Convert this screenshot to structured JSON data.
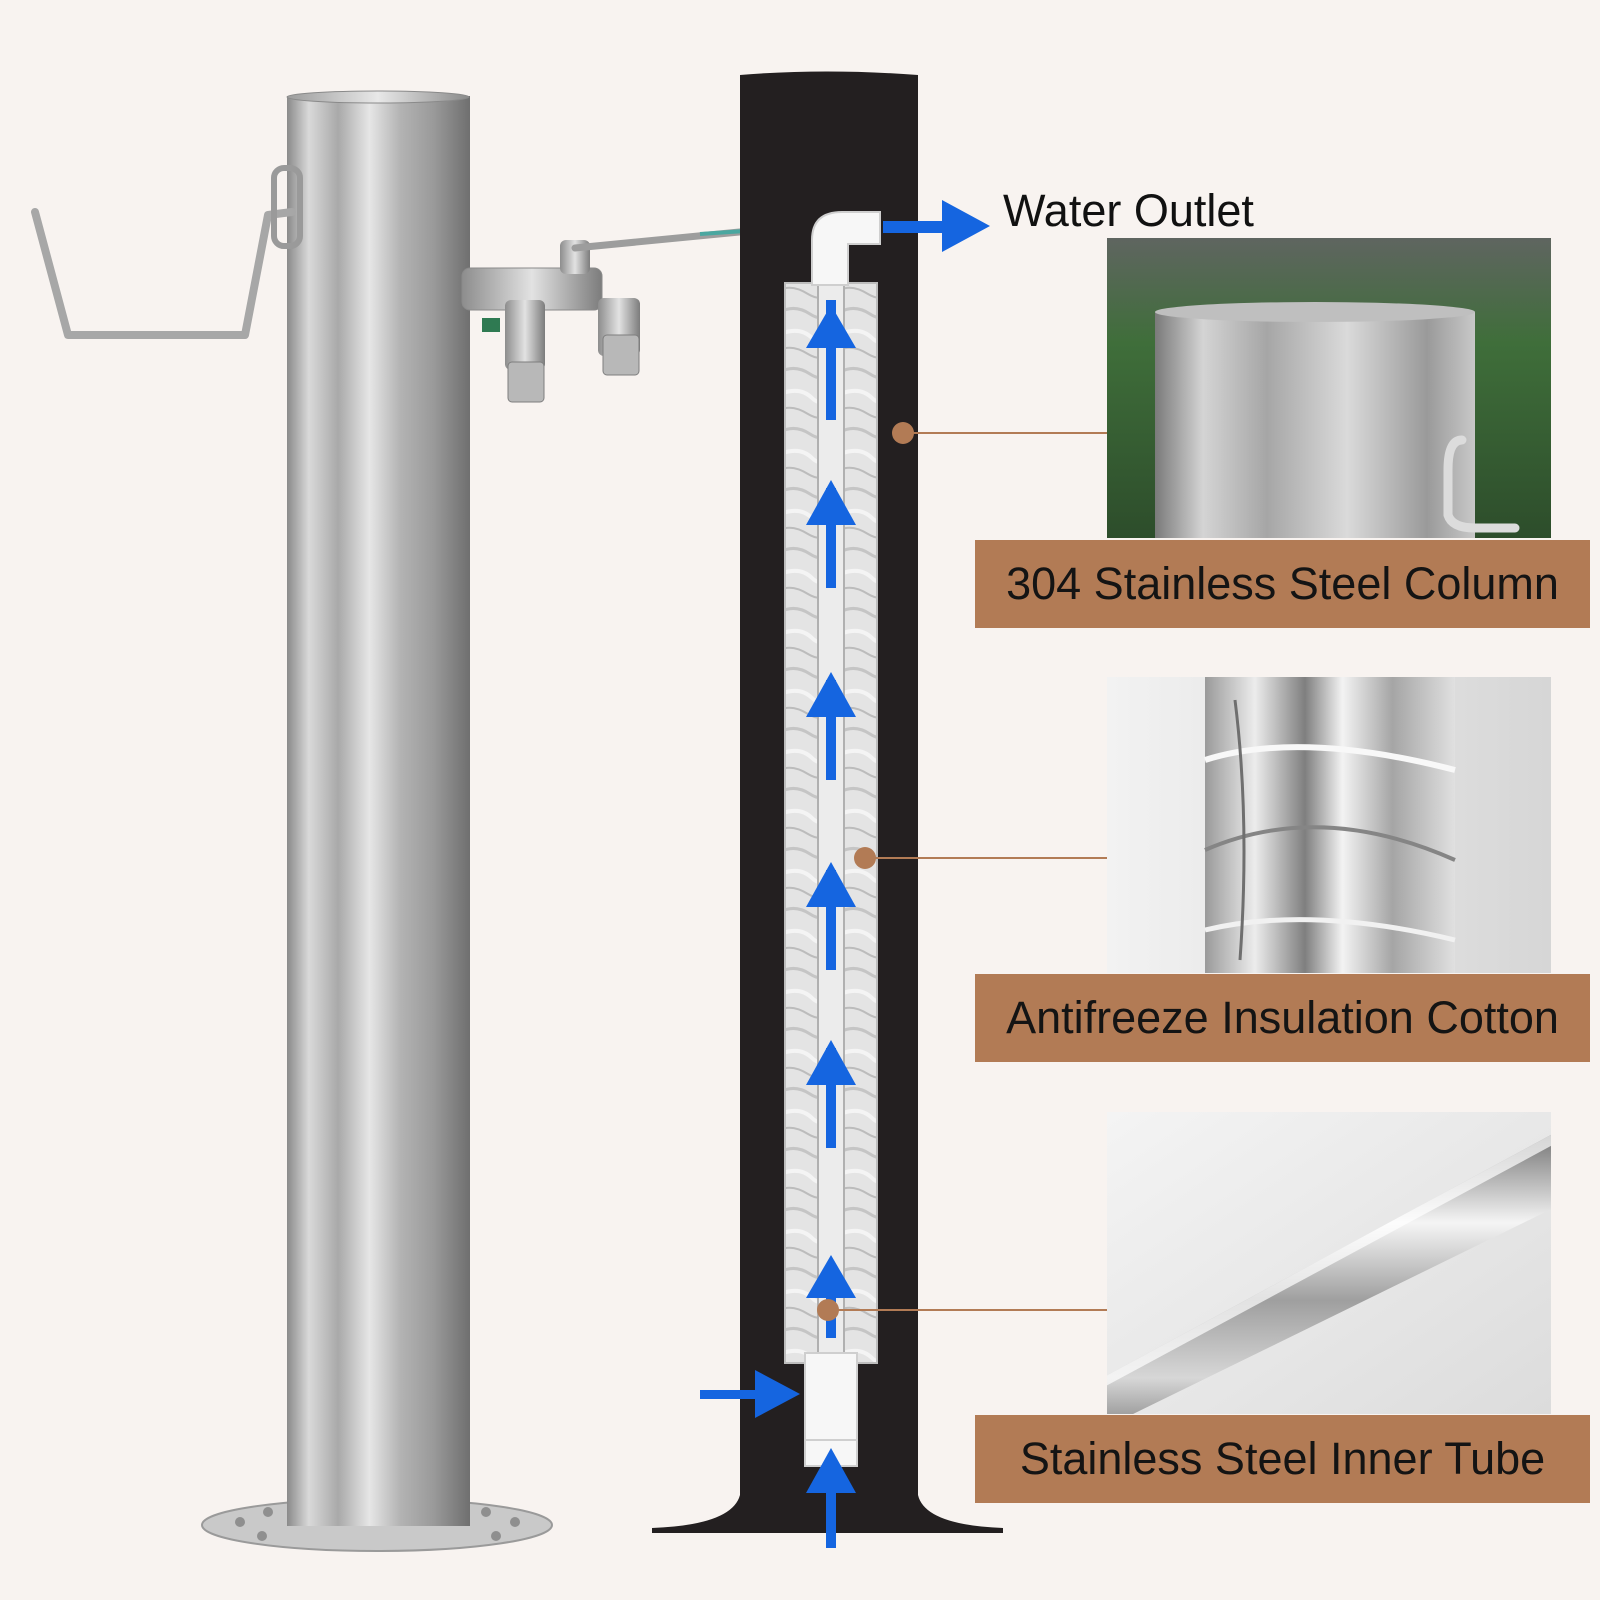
{
  "labels": {
    "water_outlet": "Water Outlet",
    "column": "304 Stainless Steel Column",
    "insulation": "Antifreeze Insulation Cotton",
    "inner_tube": "Stainless Steel Inner Tube"
  },
  "colors": {
    "background": "#f8f3f0",
    "label_band": "#b27b55",
    "leader_dot": "#b27b55",
    "flow_arrow": "#1565e0",
    "column_body": "#231f20"
  },
  "icons": {
    "flow": "arrow-up-icon",
    "inlet": "arrow-right-icon",
    "outlet": "arrow-right-icon"
  }
}
